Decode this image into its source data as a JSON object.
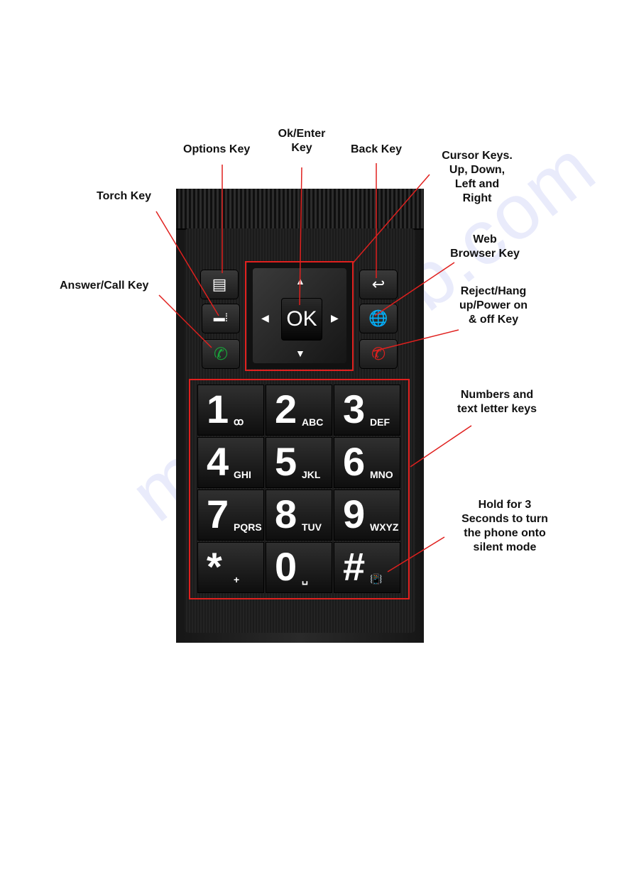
{
  "labels": {
    "options_key": "Options Key",
    "ok_enter_line1": "Ok/Enter",
    "ok_enter_line2": "Key",
    "back_key": "Back Key",
    "cursor_line1": "Cursor Keys.",
    "cursor_line2": "Up, Down,",
    "cursor_line3": "Left and",
    "cursor_line4": "Right",
    "torch_key": "Torch Key",
    "web_line1": "Web",
    "web_line2": "Browser Key",
    "answer_call_key": "Answer/Call Key",
    "reject_line1": "Reject/Hang",
    "reject_line2": "up/Power on",
    "reject_line3": "& off Key",
    "numbers_line1": "Numbers and",
    "numbers_line2": "text letter keys",
    "hold_line1": "Hold for 3",
    "hold_line2": "Seconds to turn",
    "hold_line3": "the phone onto",
    "hold_line4": "silent mode"
  },
  "phone": {
    "ok_label": "OK",
    "keys": [
      {
        "digit": "1",
        "sub": "ꝏ"
      },
      {
        "digit": "2",
        "sub": "ABC"
      },
      {
        "digit": "3",
        "sub": "DEF"
      },
      {
        "digit": "4",
        "sub": "GHI"
      },
      {
        "digit": "5",
        "sub": "JKL"
      },
      {
        "digit": "6",
        "sub": "MNO"
      },
      {
        "digit": "7",
        "sub": "PQRS"
      },
      {
        "digit": "8",
        "sub": "TUV"
      },
      {
        "digit": "9",
        "sub": "WXYZ"
      },
      {
        "digit": "*",
        "sub": "+"
      },
      {
        "digit": "0",
        "sub": "␣"
      },
      {
        "digit": "#",
        "sub": "📳"
      }
    ]
  },
  "colors": {
    "annotation_red": "#e0201e",
    "call_green": "#19a33a",
    "hangup_red": "#e0201e"
  },
  "watermark": "manualslib.com"
}
